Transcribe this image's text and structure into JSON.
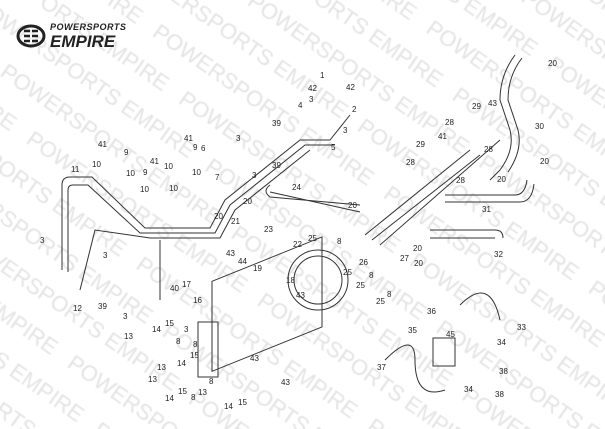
{
  "watermark": "POWERSPORTS EMPIRE",
  "logo": {
    "line1": "POWERSPORTS",
    "line2": "EMPIRE"
  },
  "callouts": [
    "1",
    "42",
    "42",
    "2",
    "3",
    "3",
    "4",
    "5",
    "20",
    "29",
    "43",
    "30",
    "28",
    "28",
    "29",
    "41",
    "28",
    "28",
    "20",
    "20",
    "31",
    "39",
    "3",
    "39",
    "3",
    "6",
    "7",
    "41",
    "9",
    "10",
    "10",
    "41",
    "9",
    "10",
    "10",
    "41",
    "9",
    "10",
    "10",
    "11",
    "24",
    "20",
    "20",
    "20",
    "21",
    "23",
    "22",
    "43",
    "44",
    "19",
    "17",
    "18",
    "43",
    "16",
    "40",
    "3",
    "3",
    "12",
    "39",
    "3",
    "13",
    "14",
    "15",
    "8",
    "3",
    "8",
    "15",
    "14",
    "13",
    "13",
    "15",
    "14",
    "8",
    "8",
    "13",
    "14",
    "15",
    "43",
    "43",
    "25",
    "8",
    "25",
    "8",
    "25",
    "8",
    "25",
    "26",
    "27",
    "20",
    "20",
    "32",
    "33",
    "36",
    "45",
    "34",
    "35",
    "37",
    "38",
    "34",
    "38"
  ],
  "colors": {
    "line": "#333333",
    "watermark": "#e4e4e4"
  }
}
